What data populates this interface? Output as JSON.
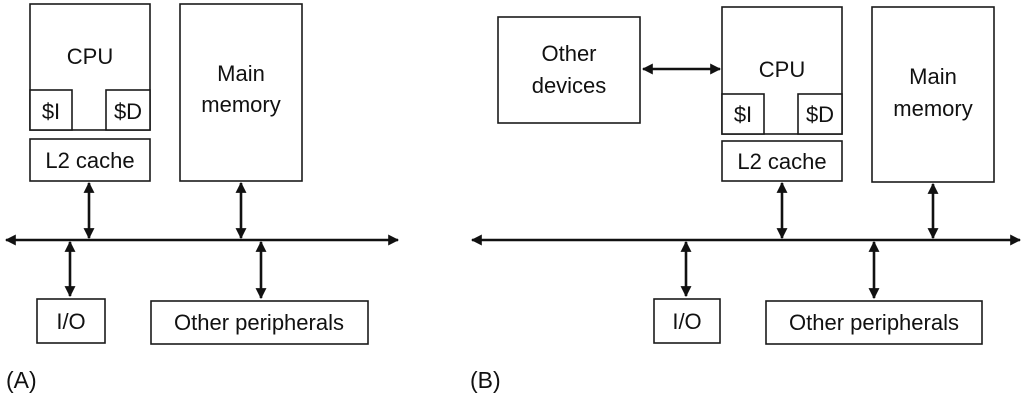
{
  "diagram_a": {
    "caption": "(A)",
    "cpu": {
      "label": "CPU",
      "icache": "$I",
      "dcache": "$D"
    },
    "l2": "L2 cache",
    "memory": {
      "line1": "Main",
      "line2": "memory"
    },
    "io": "I/O",
    "peripherals": "Other peripherals"
  },
  "diagram_b": {
    "caption": "(B)",
    "devices": {
      "line1": "Other",
      "line2": "devices"
    },
    "cpu": {
      "label": "CPU",
      "icache": "$I",
      "dcache": "$D"
    },
    "l2": "L2 cache",
    "memory": {
      "line1": "Main",
      "line2": "memory"
    },
    "io": "I/O",
    "peripherals": "Other peripherals"
  }
}
